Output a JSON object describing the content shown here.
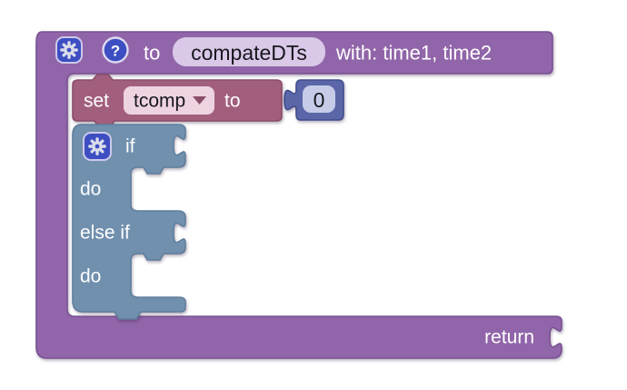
{
  "workspace": {
    "background": "#ffffff"
  },
  "procedure_block": {
    "to_label": "to",
    "name": "compateDTs",
    "params_label": "with: time1, time2",
    "return_label": "return",
    "fill": "#9165A9",
    "stroke": "#7A5191",
    "name_field_fill": "#D9C8E7"
  },
  "set_block": {
    "set_label": "set",
    "variable_name": "tcomp",
    "to_label": "to",
    "fill": "#A25F7D",
    "stroke": "#8A4E69",
    "dropdown_fill": "#EED3E1",
    "dropdown_arrow_color": "#8A4E69"
  },
  "number_block": {
    "value": "0",
    "fill": "#5A66A8",
    "stroke": "#424D8C",
    "field_fill": "#C6CCE8"
  },
  "if_block": {
    "if_label": "if",
    "do_label": "do",
    "else_if_label": "else if",
    "do2_label": "do",
    "fill": "#7190AE",
    "stroke": "#5E7E9C"
  },
  "icons": {
    "gear_button_fill": "#3D4EC2",
    "gear_glyph_color": "#DADCEA",
    "help_glyph": "?"
  }
}
